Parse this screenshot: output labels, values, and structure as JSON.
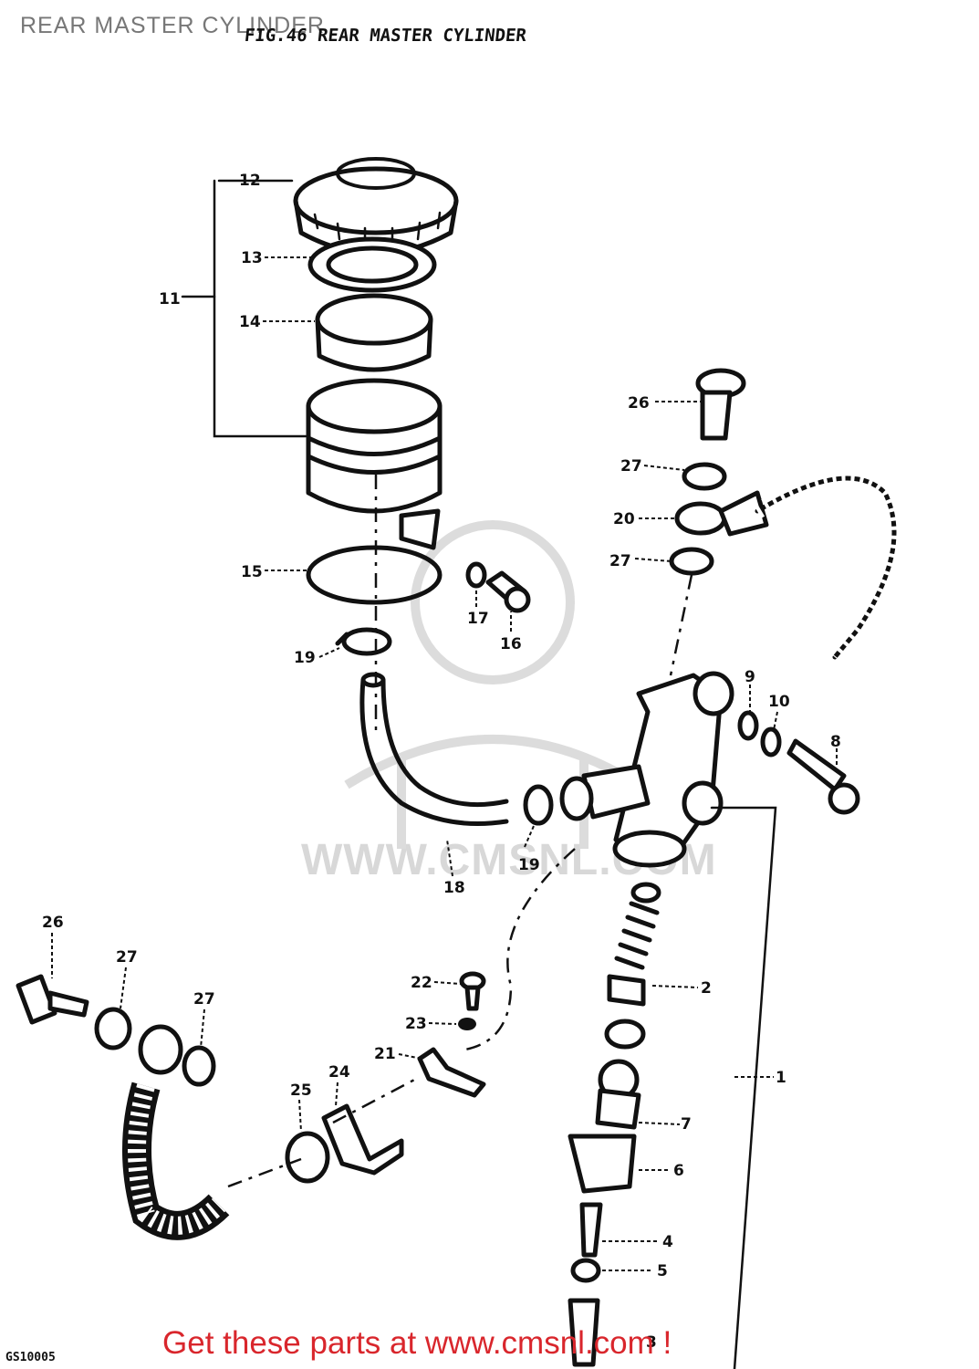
{
  "header": {
    "page_title": "REAR MASTER CYLINDER",
    "fig_title": "FIG.46   REAR MASTER CYLINDER"
  },
  "footer": {
    "figure_code": "GS10005",
    "cta_text": "Get these parts at www.cmsnl.com !",
    "cta_color": "#d9262c"
  },
  "watermark": {
    "text": "WWW.CMSNL.COM"
  },
  "parts": {
    "p1": "1",
    "p2": "2",
    "p3": "3",
    "p4": "4",
    "p5": "5",
    "p6": "6",
    "p7": "7",
    "p8": "8",
    "p9": "9",
    "p10": "10",
    "p11": "11",
    "p12": "12",
    "p13": "13",
    "p14": "14",
    "p15": "15",
    "p16": "16",
    "p17": "17",
    "p18": "18",
    "p19a": "19",
    "p19b": "19",
    "p20": "20",
    "p21": "21",
    "p22": "22",
    "p23": "23",
    "p24": "24",
    "p25": "25",
    "p26a": "26",
    "p26b": "26",
    "p27a": "27",
    "p27b": "27",
    "p27c": "27",
    "p27d": "27"
  }
}
